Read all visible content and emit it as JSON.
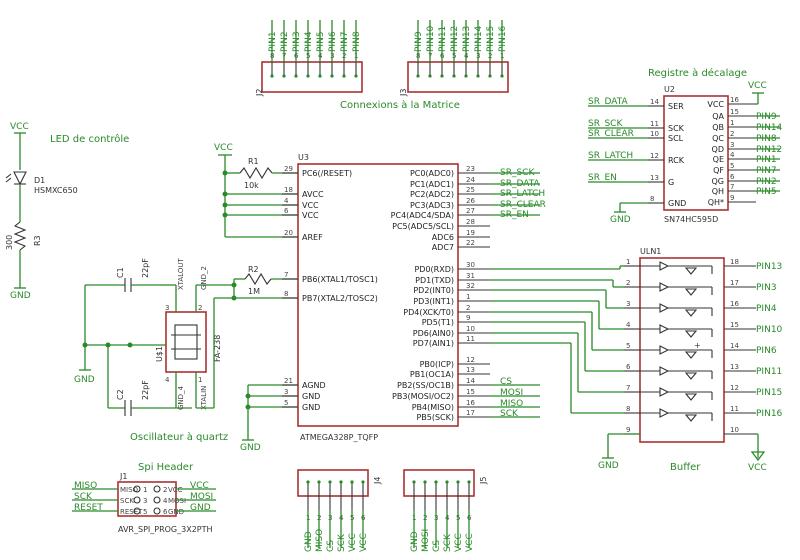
{
  "sections": {
    "led": "LED de contrôle",
    "matrix": "Connexions à la Matrice",
    "shift": "Registre à décalage",
    "osc": "Oscillateur à quartz",
    "buffer": "Buffer",
    "spi": "Spi Header"
  },
  "vcc": "VCC",
  "gnd": "GND",
  "led": {
    "ref": "D1",
    "part": "HSMXC650",
    "r_ref": "R3",
    "r_val": "300"
  },
  "r1": {
    "ref": "R1",
    "val": "10k"
  },
  "r2": {
    "ref": "R2",
    "val": "1M"
  },
  "c1": {
    "ref": "C1",
    "val": "22pF"
  },
  "c2": {
    "ref": "C2",
    "val": "22pF"
  },
  "q1": {
    "ref": "U$1",
    "part": "FA-238",
    "p1": "XTALOUT",
    "p2": "GND_2",
    "p3": "XTALIN",
    "p4": "GND_4"
  },
  "u3": {
    "ref": "U3",
    "part": "ATMEGA328P_TQFP",
    "left": [
      {
        "num": "29",
        "name": "PC6(/RESET)"
      },
      {
        "num": "18",
        "name": "AVCC"
      },
      {
        "num": "4",
        "name": "VCC"
      },
      {
        "num": "6",
        "name": "VCC"
      },
      {
        "num": "20",
        "name": "AREF"
      },
      {
        "num": "7",
        "name": "PB6(XTAL1/TOSC1)"
      },
      {
        "num": "8",
        "name": "PB7(XTAL2/TOSC2)"
      },
      {
        "num": "21",
        "name": "AGND"
      },
      {
        "num": "3",
        "name": "GND"
      },
      {
        "num": "5",
        "name": "GND"
      }
    ],
    "right": [
      {
        "num": "23",
        "name": "PC0(ADC0)",
        "net": "SR_SCK"
      },
      {
        "num": "24",
        "name": "PC1(ADC1)",
        "net": "SR_DATA"
      },
      {
        "num": "25",
        "name": "PC2(ADC2)",
        "net": "SR_LATCH"
      },
      {
        "num": "26",
        "name": "PC3(ADC3)",
        "net": "SR_CLEAR"
      },
      {
        "num": "27",
        "name": "PC4(ADC4/SDA)",
        "net": "SR_EN"
      },
      {
        "num": "28",
        "name": "PC5(ADC5/SCL)",
        "net": ""
      },
      {
        "num": "19",
        "name": "ADC6",
        "net": ""
      },
      {
        "num": "22",
        "name": "ADC7",
        "net": ""
      },
      {
        "num": "30",
        "name": "PD0(RXD)",
        "net": ""
      },
      {
        "num": "31",
        "name": "PD1(TXD)",
        "net": ""
      },
      {
        "num": "32",
        "name": "PD2(INT0)",
        "net": ""
      },
      {
        "num": "1",
        "name": "PD3(INT1)",
        "net": ""
      },
      {
        "num": "2",
        "name": "PD4(XCK/T0)",
        "net": ""
      },
      {
        "num": "9",
        "name": "PD5(T1)",
        "net": ""
      },
      {
        "num": "10",
        "name": "PD6(AIN0)",
        "net": ""
      },
      {
        "num": "11",
        "name": "PD7(AIN1)",
        "net": ""
      },
      {
        "num": "12",
        "name": "PB0(ICP)",
        "net": ""
      },
      {
        "num": "13",
        "name": "PB1(OC1A)",
        "net": ""
      },
      {
        "num": "14",
        "name": "PB2(SS/OC1B)",
        "net": "CS"
      },
      {
        "num": "15",
        "name": "PB3(MOSI/OC2)",
        "net": "MOSI"
      },
      {
        "num": "16",
        "name": "PB4(MISO)",
        "net": "MISO"
      },
      {
        "num": "17",
        "name": "PB5(SCK)",
        "net": "SCK"
      }
    ]
  },
  "u2": {
    "ref": "U2",
    "part": "SN74HC595D",
    "left": [
      {
        "num": "14",
        "name": "SER",
        "net": "SR_DATA"
      },
      {
        "num": "11",
        "name": "SCK",
        "net": "SR_SCK"
      },
      {
        "num": "10",
        "name": "SCL",
        "net": "SR_CLEAR"
      },
      {
        "num": "12",
        "name": "RCK",
        "net": "SR_LATCH"
      },
      {
        "num": "13",
        "name": "G",
        "net": "SR_EN"
      },
      {
        "num": "8",
        "name": "GND",
        "net": ""
      }
    ],
    "right": [
      {
        "num": "16",
        "name": "VCC",
        "net": ""
      },
      {
        "num": "15",
        "name": "QA",
        "net": "PIN9"
      },
      {
        "num": "1",
        "name": "QB",
        "net": "PIN14"
      },
      {
        "num": "2",
        "name": "QC",
        "net": "PIN8"
      },
      {
        "num": "3",
        "name": "QD",
        "net": "PIN12"
      },
      {
        "num": "4",
        "name": "QE",
        "net": "PIN1"
      },
      {
        "num": "5",
        "name": "QF",
        "net": "PIN7"
      },
      {
        "num": "6",
        "name": "QG",
        "net": "PIN2"
      },
      {
        "num": "7",
        "name": "QH",
        "net": "PIN5"
      },
      {
        "num": "9",
        "name": "QH*",
        "net": ""
      }
    ]
  },
  "uln": {
    "ref": "ULN1",
    "plus": "+",
    "left": [
      "1",
      "2",
      "3",
      "4",
      "5",
      "6",
      "7",
      "8",
      "9"
    ],
    "right": [
      {
        "num": "18",
        "net": "PIN13"
      },
      {
        "num": "17",
        "net": "PIN3"
      },
      {
        "num": "16",
        "net": "PIN4"
      },
      {
        "num": "15",
        "net": "PIN10"
      },
      {
        "num": "14",
        "net": "PIN6"
      },
      {
        "num": "13",
        "net": "PIN11"
      },
      {
        "num": "12",
        "net": "PIN15"
      },
      {
        "num": "11",
        "net": "PIN16"
      },
      {
        "num": "10",
        "net": ""
      }
    ]
  },
  "j2": {
    "ref": "J2",
    "pins": [
      "8",
      "7",
      "6",
      "5",
      "4",
      "3",
      "2",
      "1"
    ],
    "nets": [
      "PIN1",
      "PIN2",
      "PIN3",
      "PIN4",
      "PIN5",
      "PIN6",
      "PIN7",
      "PIN8"
    ]
  },
  "j3": {
    "ref": "J3",
    "pins": [
      "8",
      "7",
      "6",
      "5",
      "4",
      "3",
      "2",
      "1"
    ],
    "nets": [
      "PIN9",
      "PIN10",
      "PIN11",
      "PIN12",
      "PIN13",
      "PIN14",
      "PIN15",
      "PIN16"
    ]
  },
  "j4": {
    "ref": "J4",
    "pins": [
      "1",
      "2",
      "3",
      "4",
      "5",
      "6"
    ],
    "nets": [
      "GND",
      "MISO",
      "CS",
      "SCK",
      "VCC",
      "VCC"
    ]
  },
  "j5": {
    "ref": "J5",
    "pins": [
      "1",
      "2",
      "3",
      "4",
      "5",
      "6"
    ],
    "nets": [
      "GND",
      "MOSI",
      "CS",
      "SCK",
      "VCC",
      "VCC"
    ]
  },
  "j1": {
    "ref": "J1",
    "part": "AVR_SPI_PROG_3X2PTH",
    "left_nets": [
      "MISO",
      "SCK",
      "RESET"
    ],
    "right_nets": [
      "VCC",
      "MOSI",
      "GND"
    ],
    "pin_left": [
      "1",
      "3",
      "5"
    ],
    "pin_right": [
      "2",
      "4",
      "6"
    ],
    "inner_left": [
      "MISO",
      "SCK",
      "RESET"
    ],
    "inner_right": [
      "VCC",
      "MOSI",
      "GND"
    ]
  }
}
